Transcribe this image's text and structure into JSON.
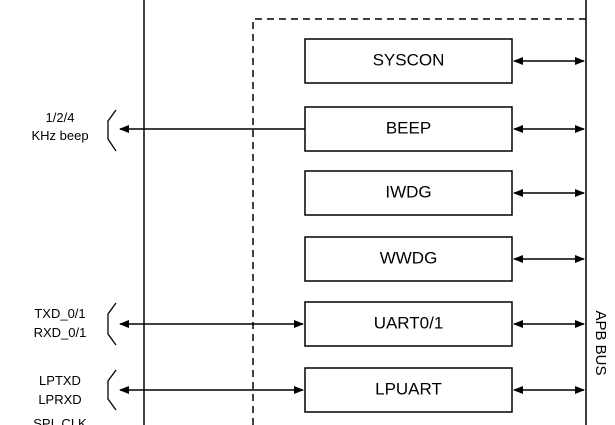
{
  "blocks": [
    {
      "label": "SYSCON"
    },
    {
      "label": "BEEP"
    },
    {
      "label": "IWDG"
    },
    {
      "label": "WWDG"
    },
    {
      "label": "UART0/1"
    },
    {
      "label": "LPUART"
    }
  ],
  "external_signals": {
    "beep": {
      "line1": "1/2/4",
      "line2": "KHz beep"
    },
    "uart": {
      "line1": "TXD_0/1",
      "line2": "RXD_0/1"
    },
    "lpuart": {
      "line1": "LPTXD",
      "line2": "LPRXD"
    },
    "spi": {
      "line1": "SPI_CLK"
    }
  },
  "bus": {
    "label": "APB BUS"
  }
}
